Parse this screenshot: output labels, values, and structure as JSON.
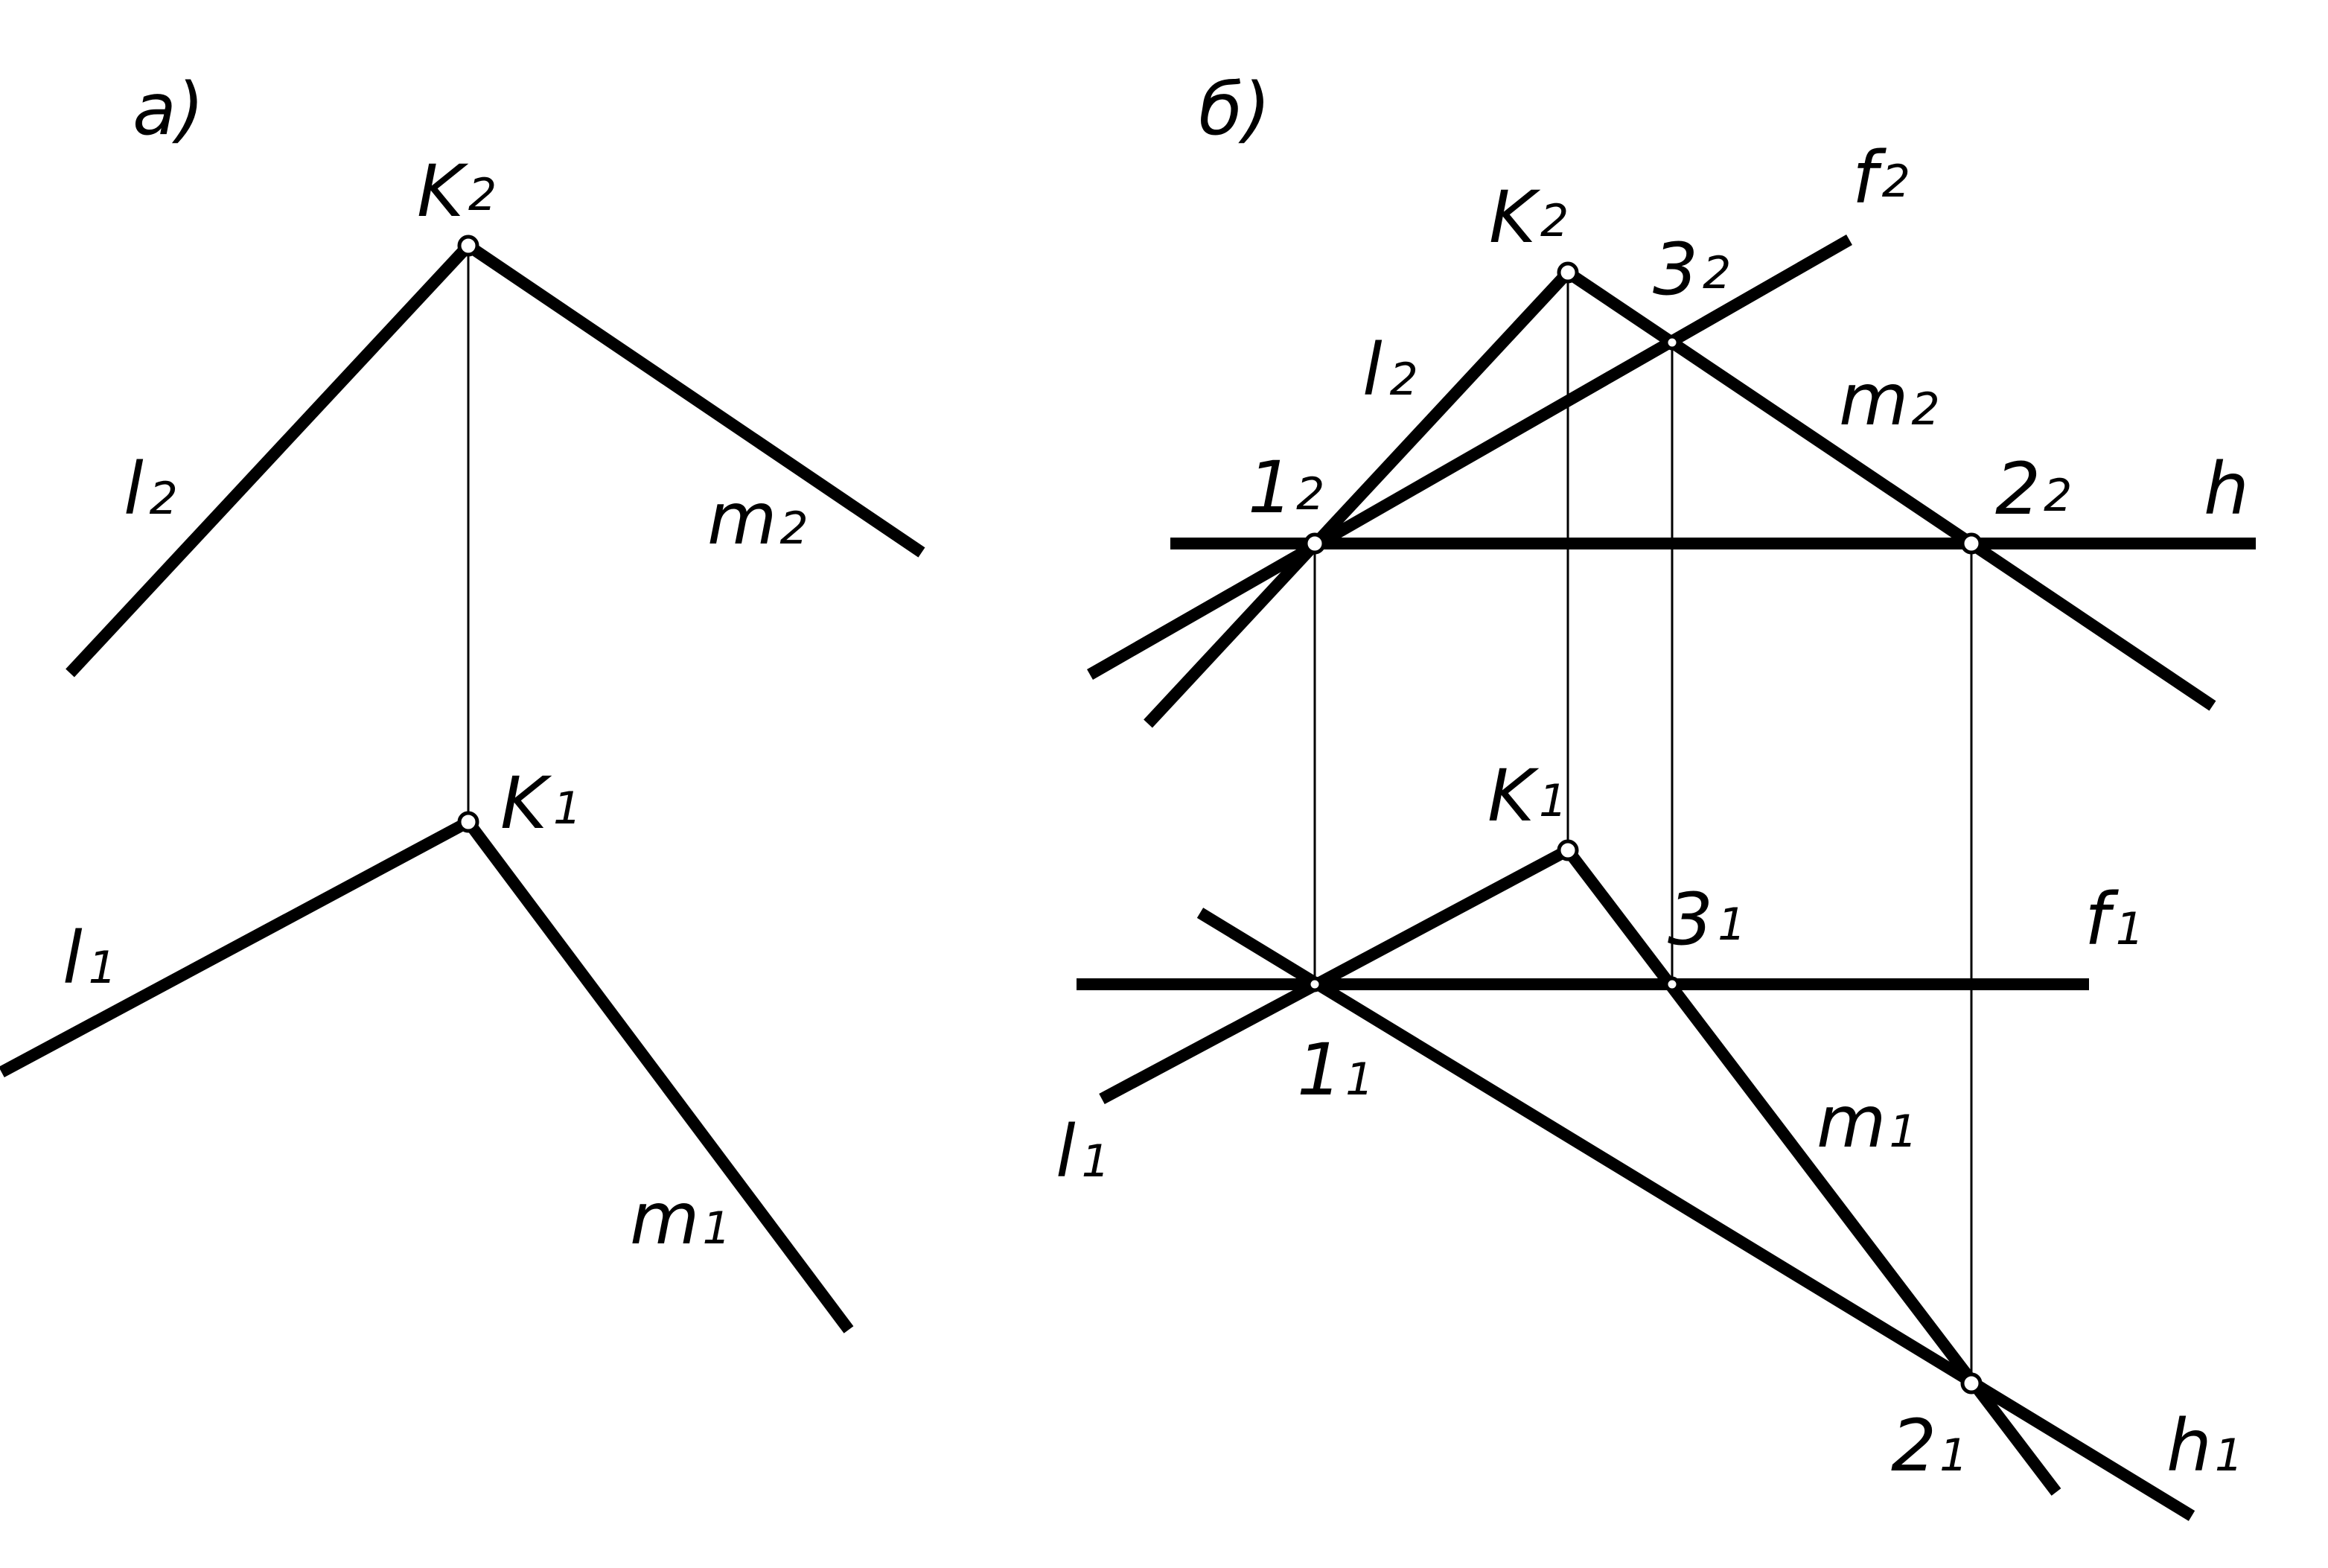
{
  "panel_a": {
    "caption": "а)",
    "labels": {
      "K2": {
        "main": "K",
        "sub": "2"
      },
      "l2": {
        "main": "l",
        "sub": "2"
      },
      "m2": {
        "main": "m",
        "sub": "2"
      },
      "K1": {
        "main": "K",
        "sub": "1"
      },
      "l1": {
        "main": "l",
        "sub": "1"
      },
      "m1": {
        "main": "m",
        "sub": "1"
      }
    }
  },
  "panel_b": {
    "caption": "б)",
    "labels": {
      "K2": {
        "main": "K",
        "sub": "2"
      },
      "32": {
        "main": "3",
        "sub": "2"
      },
      "f2": {
        "main": "f",
        "sub": "2"
      },
      "l2": {
        "main": "l",
        "sub": "2"
      },
      "m2": {
        "main": "m",
        "sub": "2"
      },
      "12": {
        "main": "1",
        "sub": "2"
      },
      "22": {
        "main": "2",
        "sub": "2"
      },
      "h": {
        "main": "h"
      },
      "K1": {
        "main": "K",
        "sub": "1"
      },
      "31": {
        "main": "3",
        "sub": "1"
      },
      "f1": {
        "main": "f",
        "sub": "1"
      },
      "11": {
        "main": "1",
        "sub": "1"
      },
      "l1": {
        "main": "l",
        "sub": "1"
      },
      "m1": {
        "main": "m",
        "sub": "1"
      },
      "21": {
        "main": "2",
        "sub": "1"
      },
      "h1": {
        "main": "h",
        "sub": "1"
      }
    }
  }
}
